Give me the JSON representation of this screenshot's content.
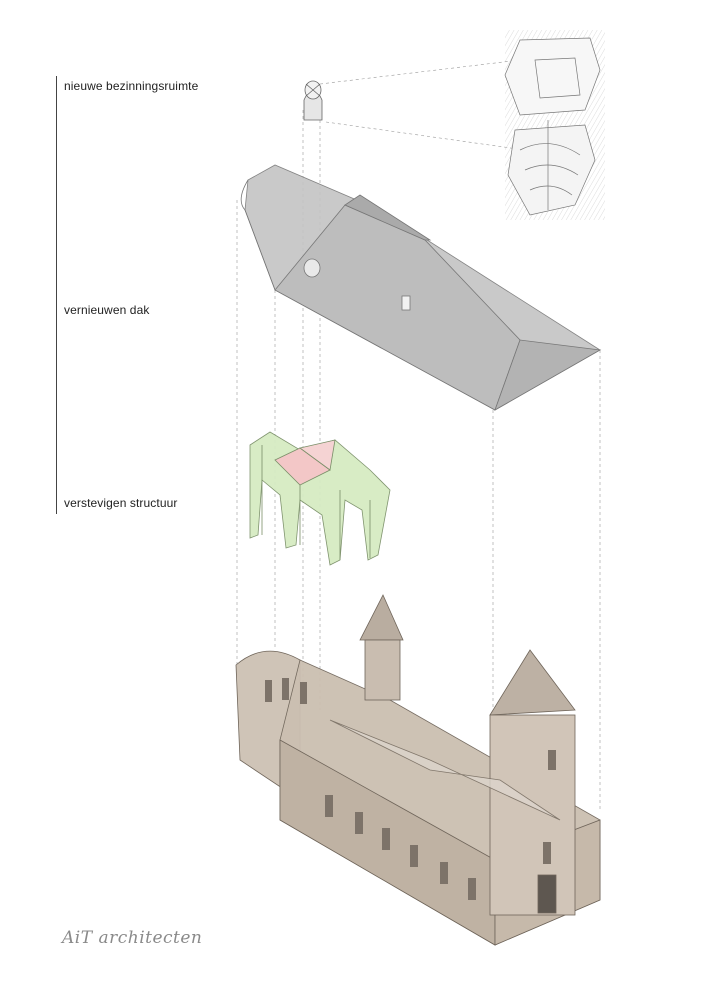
{
  "labels": {
    "meditation_room": "nieuwe bezinningsruimte",
    "roof": "vernieuwen dak",
    "structure": "verstevigen structuur"
  },
  "signature": "AiT architecten",
  "colors": {
    "roof": "#b9b9b9",
    "vault_green": "#cfe8b8",
    "vault_red": "#f2c4c4",
    "church_body": "#cbbfb1",
    "guide_line": "#9a9a9a"
  }
}
